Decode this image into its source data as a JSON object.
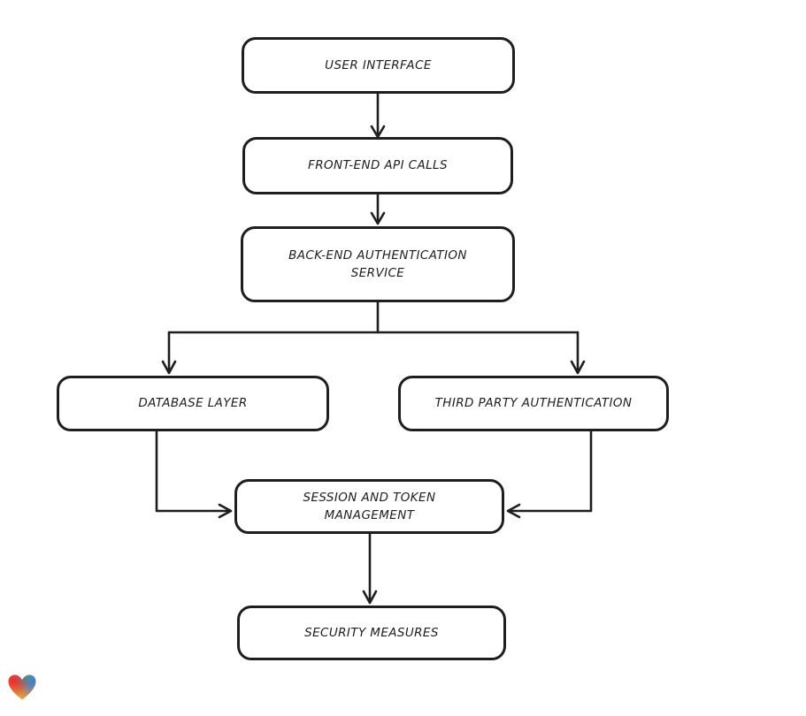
{
  "diagram": {
    "type": "flowchart",
    "nodes": [
      {
        "id": "user-interface",
        "label": "USER INTERFACE"
      },
      {
        "id": "front-end-api-calls",
        "label": "FRONT-END API CALLS"
      },
      {
        "id": "back-end-authentication-service",
        "label": "BACK-END AUTHENTICATION\nSERVICE"
      },
      {
        "id": "database-layer",
        "label": "DATABASE LAYER"
      },
      {
        "id": "third-party-authentication",
        "label": "THIRD PARTY AUTHENTICATION"
      },
      {
        "id": "session-and-token-management",
        "label": "SESSION AND TOKEN\nMANAGEMENT"
      },
      {
        "id": "security-measures",
        "label": "SECURITY MEASURES"
      }
    ],
    "edges": [
      {
        "from": "user-interface",
        "to": "front-end-api-calls"
      },
      {
        "from": "front-end-api-calls",
        "to": "back-end-authentication-service"
      },
      {
        "from": "back-end-authentication-service",
        "to": "database-layer"
      },
      {
        "from": "back-end-authentication-service",
        "to": "third-party-authentication"
      },
      {
        "from": "database-layer",
        "to": "session-and-token-management"
      },
      {
        "from": "third-party-authentication",
        "to": "session-and-token-management"
      },
      {
        "from": "session-and-token-management",
        "to": "security-measures"
      }
    ],
    "style": {
      "stroke_color": "#1e1e1e",
      "node_fill": "#ffffff",
      "background": "#ffffff"
    }
  },
  "branding": {
    "logo": "gradient-heart-logo",
    "colors": {
      "red": "#ee2b31",
      "teal": "#25a79b",
      "blue": "#3c7ce0",
      "orange": "#f6921e"
    }
  }
}
